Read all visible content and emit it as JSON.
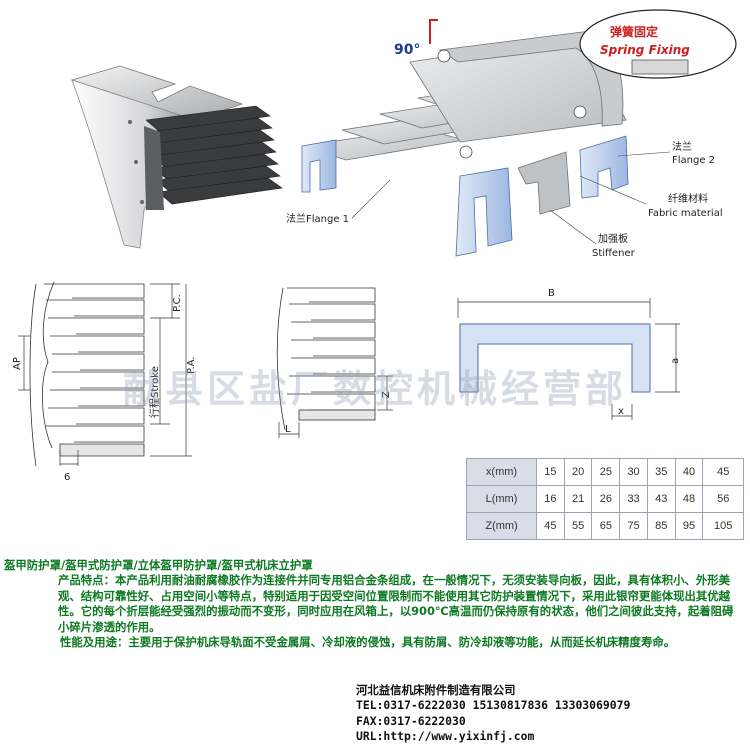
{
  "diagram_top": {
    "badge": "弹簧固定",
    "badge_en": "Spring Fixing",
    "angle": "90°",
    "flange1": "法兰Flange 1",
    "flange2_cn": "法兰",
    "flange2_en": "Flange 2",
    "fabric_cn": "纤维材料",
    "fabric_en": "Fabric material",
    "stiffener_cn": "加强板",
    "stiffener_en": "Stiffener"
  },
  "dims_left": {
    "pc": "P.C.",
    "pa": "P.A.",
    "ap": "AP",
    "stroke": "行程Stroke",
    "six": "6"
  },
  "dims_mid": {
    "z": "Z",
    "l": "L"
  },
  "dims_right": {
    "b": "B",
    "a": "a",
    "x": "x"
  },
  "spec_table": {
    "rows": [
      {
        "label": "x(mm)",
        "values": [
          "15",
          "20",
          "25",
          "30",
          "35",
          "40",
          "45"
        ]
      },
      {
        "label": "L(mm)",
        "values": [
          "16",
          "21",
          "26",
          "33",
          "43",
          "48",
          "56"
        ]
      },
      {
        "label": "Z(mm)",
        "values": [
          "45",
          "55",
          "65",
          "75",
          "85",
          "95",
          "105"
        ]
      }
    ]
  },
  "watermark": "献县区盐厂数控机械经营部",
  "text": {
    "title": "盔甲防护罩/盔甲式防护罩/立体盔甲防护罩/盔甲式机床立护罩",
    "features_label": "产品特点：",
    "features_body": "本产品利用耐油耐腐橡胶作为连接件并同专用铝合金条组成，在一般情况下，无须安装导向板，因此，具有体积小、外形美观、结构可靠性好、占用空间小等特点，特别适用于因受空间位置限制而不能使用其它防护装置情况下，采用此银帘更能体现出其优越性。它的每个折层能经受强烈的振动而不变形，同时应用在风箱上，以900℃高温而仍保持原有的状态，他们之间彼此支持，起着阻碍小碎片渗透的作用。",
    "use_label": "性能及用途：",
    "use_body": "主要用于保护机床导轨面不受金属屑、冷却液的侵蚀，具有防屑、防冷却液等功能，从而延长机床精度寿命。",
    "company": "河北益信机床附件制造有限公司",
    "tel": "TEL:0317-6222030 15130817836 13303069079",
    "fax": "FAX:0317-6222030",
    "url": "URL:http://www.yixinfj.com"
  }
}
